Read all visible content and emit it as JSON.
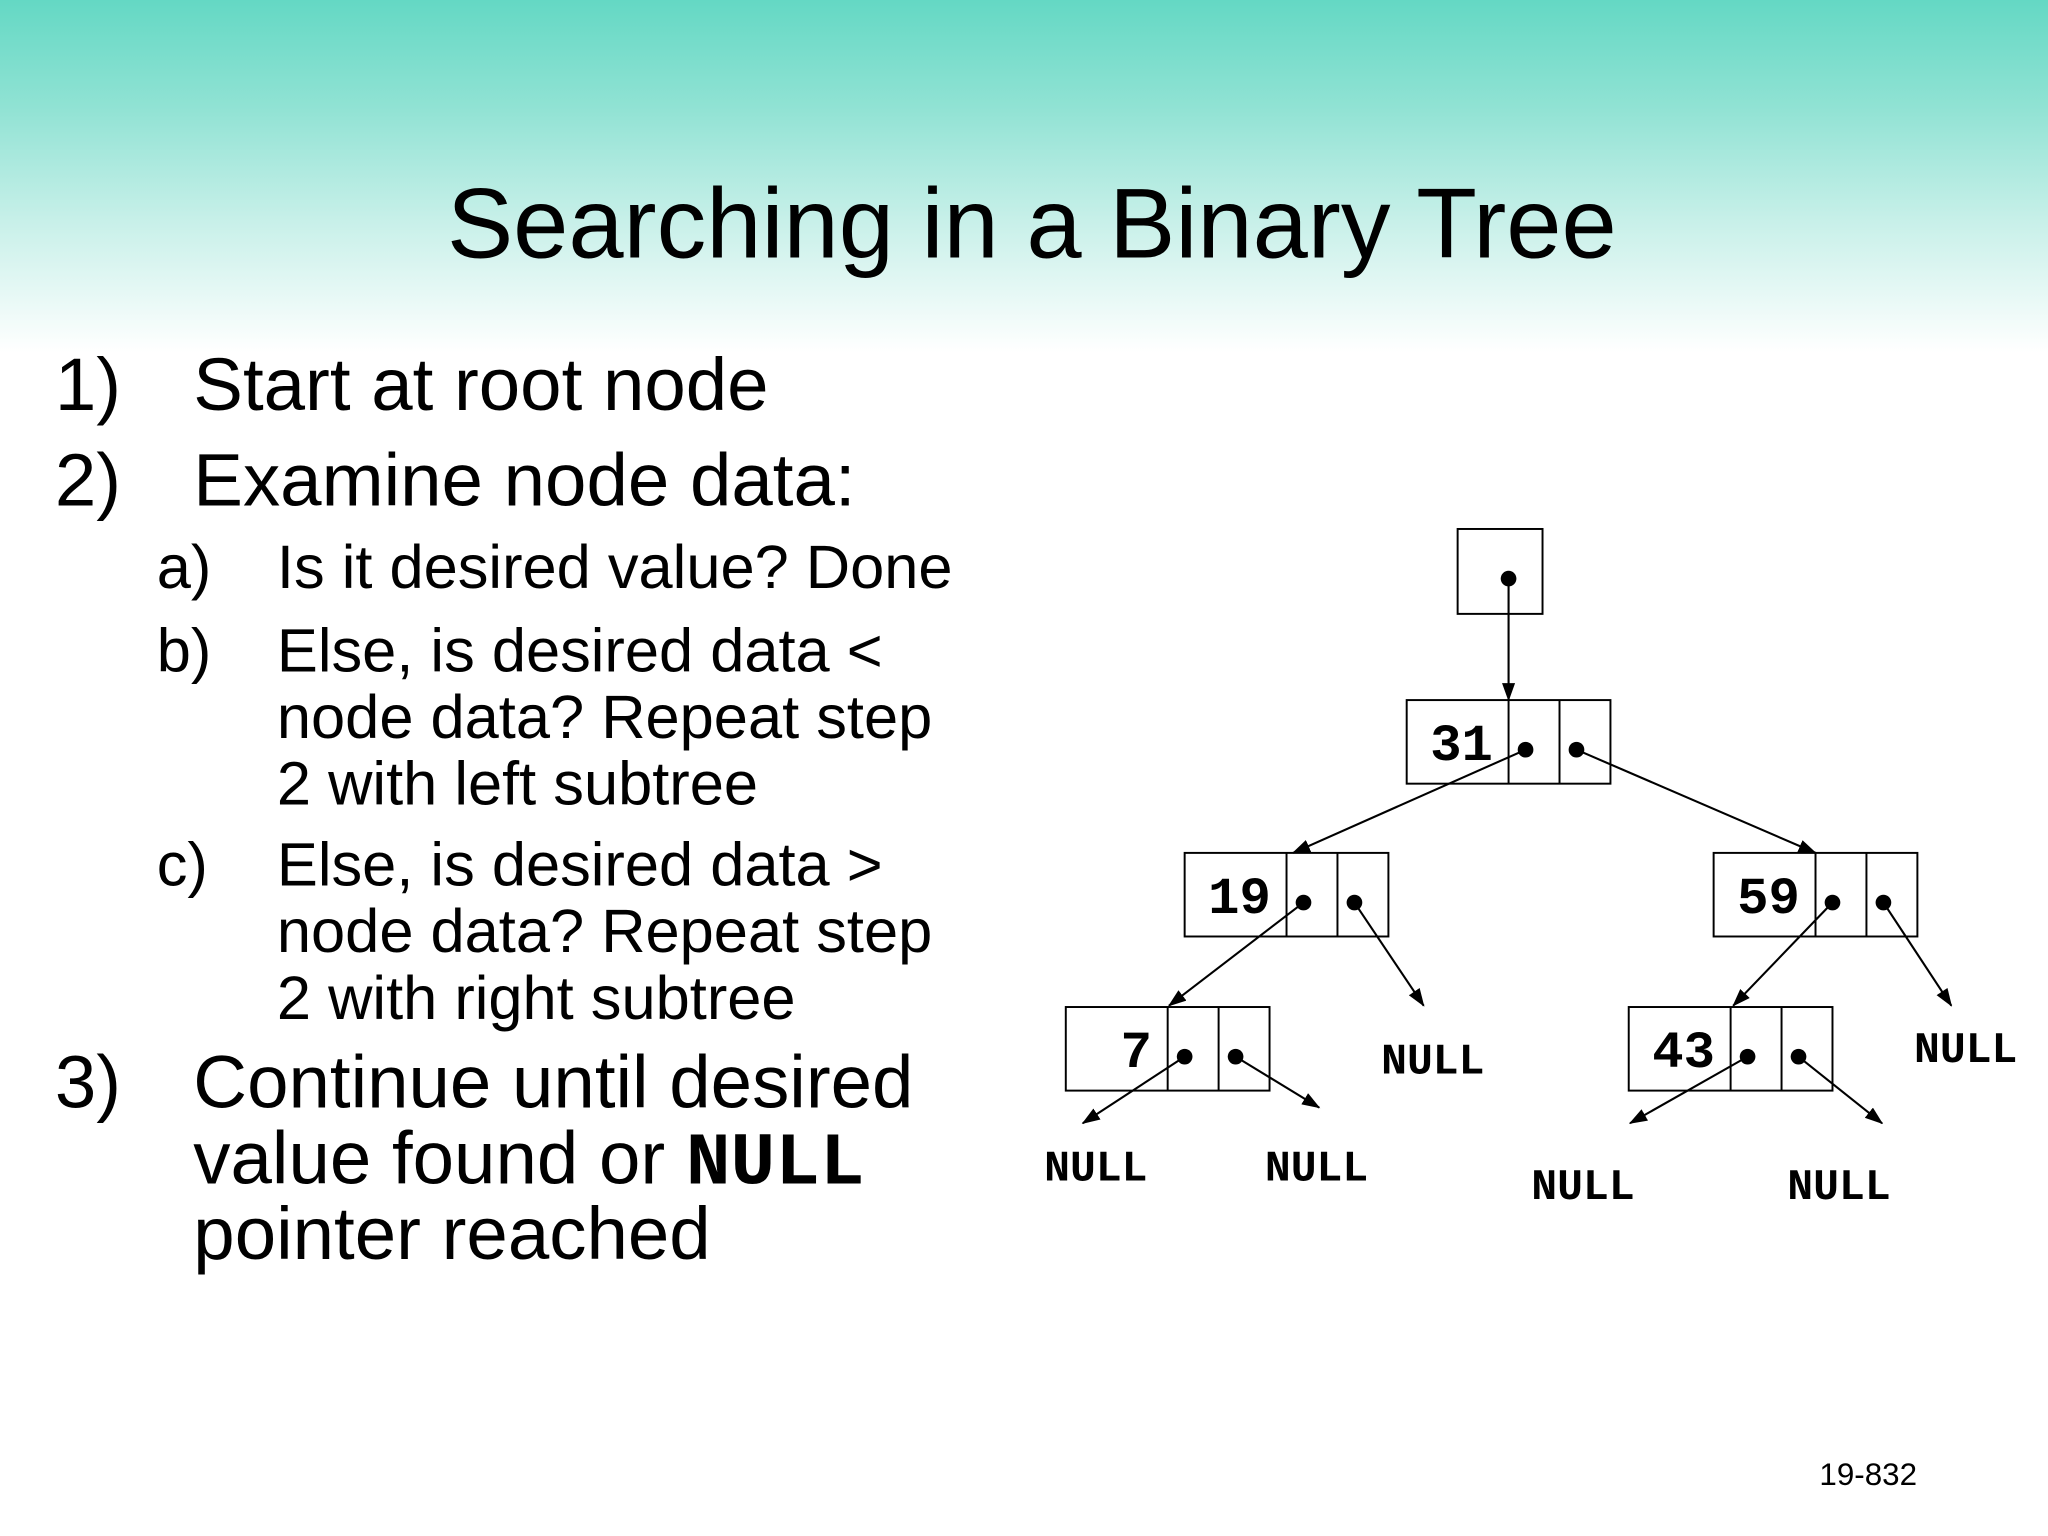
{
  "slide": {
    "title": "Searching in a Binary Tree",
    "steps": [
      {
        "num": "1)",
        "lines": [
          "Start at root node"
        ]
      },
      {
        "num": "2)",
        "lines": [
          "Examine node data:"
        ]
      },
      {
        "num": "3)",
        "lines": [
          "Continue until desired",
          "value found or ",
          "pointer reached"
        ],
        "code": "NULL"
      }
    ],
    "substeps": [
      {
        "num": "a)",
        "lines": [
          "Is it desired value? Done"
        ]
      },
      {
        "num": "b)",
        "lines": [
          "Else, is desired data <",
          "node data? Repeat step",
          "2 with left subtree"
        ]
      },
      {
        "num": "c)",
        "lines": [
          "Else, is desired data >",
          "node data? Repeat step",
          "2 with right subtree"
        ]
      }
    ],
    "page_number": "19-832"
  },
  "tree": {
    "nodes": [
      "31",
      "19",
      "59",
      "7",
      "43"
    ],
    "null_label": "NULL"
  }
}
